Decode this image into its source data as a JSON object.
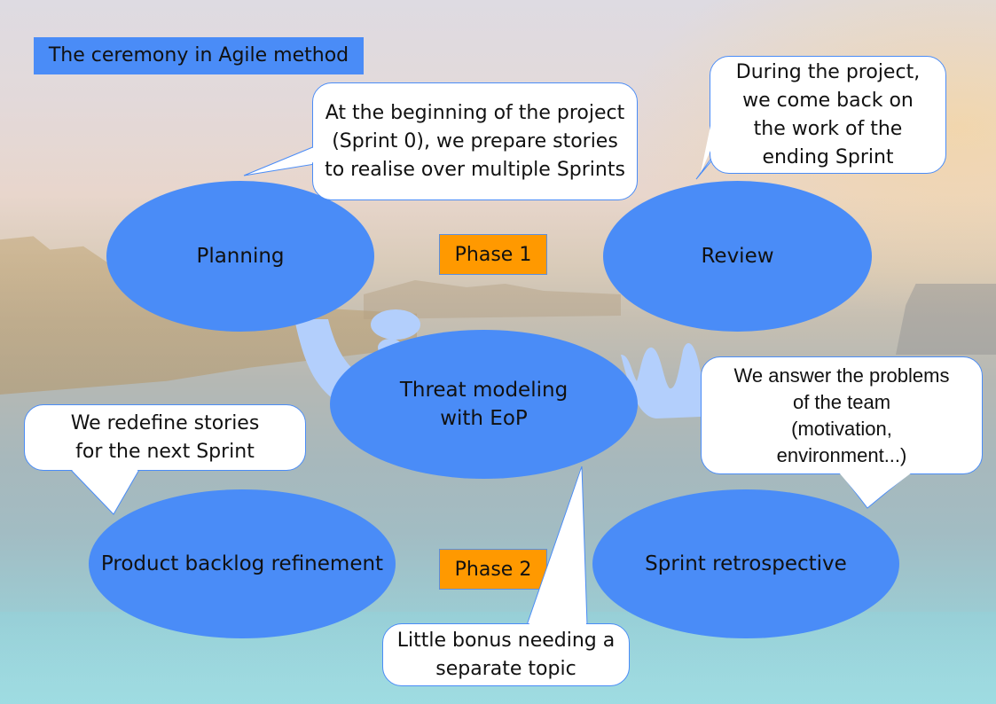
{
  "title": "The ceremony in Agile method",
  "ceremonies": {
    "planning": "Planning",
    "review": "Review",
    "threat_modeling": [
      "Threat modeling",
      "with EoP"
    ],
    "backlog_refinement": "Product backlog refinement",
    "retrospective": "Sprint retrospective"
  },
  "phases": {
    "phase1": "Phase 1",
    "phase2": "Phase 2"
  },
  "callouts": {
    "planning": [
      "At the beginning of the project",
      "(Sprint 0), we prepare stories",
      "to realise over multiple Sprints"
    ],
    "review": [
      "During the project,",
      "we come back on",
      "the work of the",
      "ending Sprint"
    ],
    "backlog": [
      "We redefine stories",
      "for the next Sprint"
    ],
    "retrospective": [
      "We answer the problems",
      "of the team",
      "(motivation,",
      "environment...)"
    ],
    "threat_modeling": [
      "Little bonus needing a",
      "separate topic"
    ]
  },
  "colors": {
    "ellipse": "#4a8cf7",
    "phase": "#ff9900",
    "decoration": "#b3cffc",
    "bubble_border": "#4a8cf7"
  }
}
